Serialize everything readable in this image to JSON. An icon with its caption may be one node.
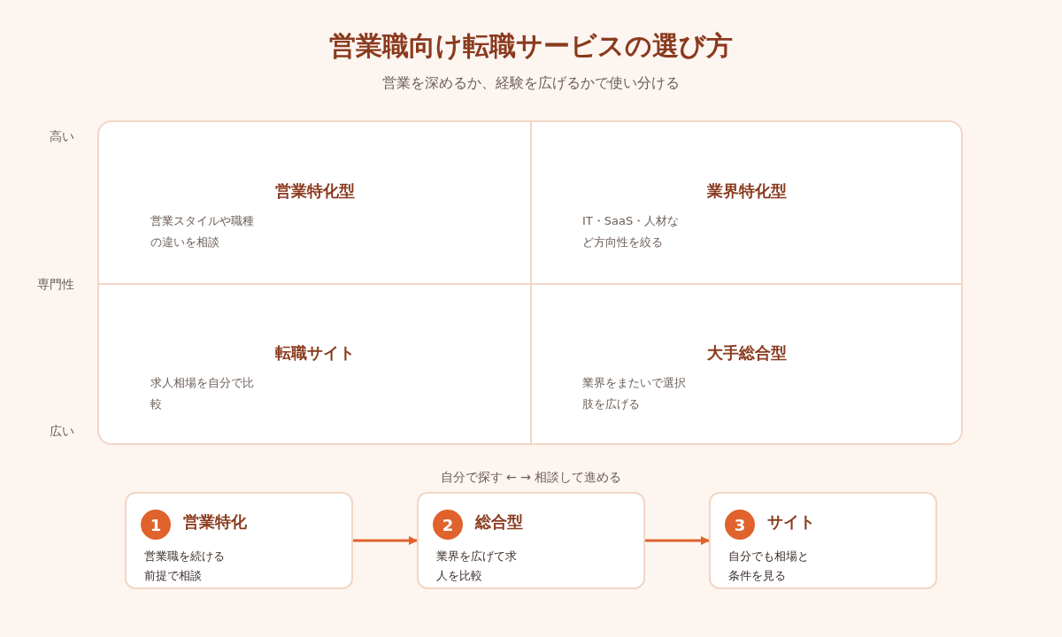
{
  "diagram": {
    "title": "営業職向け転職サービスの選び方",
    "caption": "営業を深めるか、経験を広げるかで使い分ける",
    "nodes": [
      {
        "text": [],
        "shape": "box"
      },
      {
        "text": [
          "営業特化型",
          "営業スタイルや職種の違いを相談"
        ],
        "in": 0
      },
      {
        "text": [
          "業界特化型",
          "IT・SaaS・人材など方向性を絞る"
        ],
        "in": 0
      },
      {
        "text": [
          "転職サイト",
          "求人相場を自分で比較"
        ],
        "in": 0
      },
      {
        "text": [
          "大手総合型",
          "業界をまたいで選択肢を広げる"
        ],
        "in": 0
      },
      {
        "text": [
          "1",
          "営業特化",
          "営業職を続ける前提で相談"
        ]
      },
      {
        "text": [
          "2",
          "総合型",
          "業界を広げて求人を比較"
        ]
      },
      {
        "text": [
          "3",
          "サイト",
          "自分でも相場と条件を見る"
        ]
      }
    ],
    "edges": [
      {
        "from": 5,
        "to": 6,
        "arrow": "to"
      },
      {
        "from": 6,
        "to": 7,
        "arrow": "to"
      }
    ],
    "labels": [
      "高い",
      "専門性",
      "広い",
      "自分で探す ← → 相談して進める"
    ]
  }
}
